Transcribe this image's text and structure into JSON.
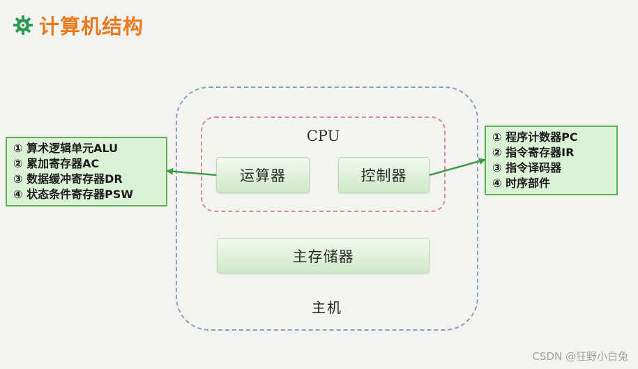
{
  "title": {
    "text": "计算机结构",
    "icon": "green-gear-icon",
    "color": "#ea7a1e"
  },
  "diagram": {
    "host_label": "主机",
    "cpu_label": "CPU",
    "alu_label": "运算器",
    "control_label": "控制器",
    "memory_label": "主存储器",
    "alu_components": [
      "① 算术逻辑单元ALU",
      "② 累加寄存器AC",
      "③ 数据缓冲寄存器DR",
      "④ 状态条件寄存器PSW"
    ],
    "control_components": [
      "① 程序计数器PC",
      "② 指令寄存器IR",
      "③ 指令译码器",
      "④ 时序部件"
    ]
  },
  "watermark": "CSDN @狂野小白兔",
  "colors": {
    "list_border": "#58b04e",
    "list_fill": "#dcf2d7",
    "arrow": "#3f9d4a",
    "host_border": "#8aa0b8",
    "cpu_border": "#d88c8c"
  }
}
